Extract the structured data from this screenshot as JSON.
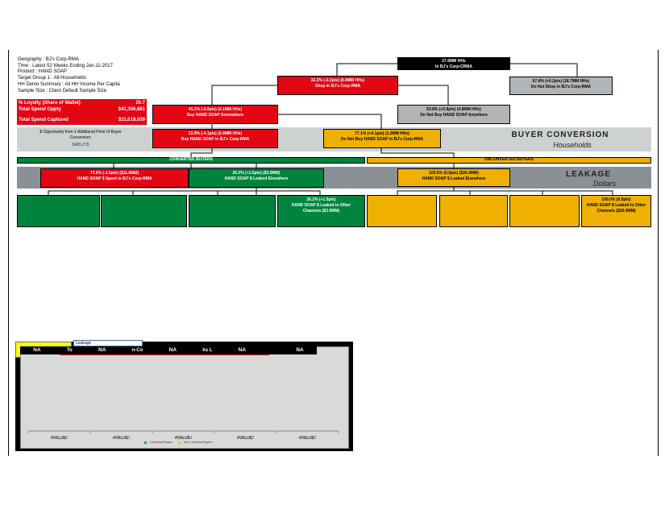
{
  "filters": {
    "geography": "Geography : BJ's Corp-RMA",
    "time": "Time : Latest 52 Weeks Ending Jun-11-2017",
    "product": "Product : HAND SOAP",
    "target_group": "Target Group 1 : All Households",
    "demo": "HH Demo Summary : All HH Income Per Capita",
    "sample": "Sample Size : Client Default Sample Size"
  },
  "kpis": {
    "loyalty_label": "% Loyalty (Share of Wallet)",
    "loyalty_value": "26.7",
    "oppty_label": "Total Spend Oppty",
    "oppty_value": "$41,306,681",
    "captured_label": "Total Spend Captured",
    "captured_value": "$11,018,039"
  },
  "opportunity": {
    "label": "$ Opportunity from 1 Additional Point of Buyer Conversion:",
    "value": "$480,278"
  },
  "tree": {
    "root": {
      "l1": "27.6MM HHs",
      "l2": "In BJ's Corp-CRMA"
    },
    "shop": {
      "l1": "32.2% (-0.2pts) (8.9MM HHs)",
      "l2": "Shop in BJ's Corp-RMA"
    },
    "noshop": {
      "l1": "67.8% (+0.2pts) (18.7MM HHs)",
      "l2": "Do Not Shop in BJ's Corp-RMA"
    },
    "buy_any": {
      "l1": "46.2% (-0.9pts) (4.1MM HHs)",
      "l2": "Buy HAND SOAP Somewhere"
    },
    "nobuy_any": {
      "l1": "53.8% (+0.9pts) (4.8MM HHs)",
      "l2": "Do Not Buy HAND SOAP Anywhere"
    },
    "buy_bj": {
      "l1": "22.9% (-4.1pts) (0.9MM HHs)",
      "l2": "Buy HAND SOAP in BJ's Corp-RMA"
    },
    "nobuy_bj": {
      "l1": "77.1% (+4.1pts) (3.2MM HHs)",
      "l2": "Do Not Buy HAND SOAP in BJ's Corp-RMA"
    }
  },
  "sections": {
    "buyer_conversion": "BUYER CONVERSION",
    "households": "Households",
    "converted": "CONVERTED BUYERS",
    "unconverted": "UNCONVERTED BUYERS",
    "leakage": "LEAKAGE",
    "dollars": "Dollars"
  },
  "leak": {
    "spent_bj": {
      "l1": "73.8% (-1.5pts) ($11.0MM)",
      "l2": "HAND SOAP $ Spent in BJ's Corp-RMA"
    },
    "leaked_conv": {
      "l1": "26.2% (+1.5pts) ($3.9MM)",
      "l2": "HAND SOAP $ Leaked Elsewhere"
    },
    "leaked_unconv": {
      "l1": "100.0% (0.0pts) ($26.4MM)",
      "l2": "HAND SOAP $ Leaked Elsewhere"
    },
    "other_conv": {
      "l1": "26.2% (+1.5pts)",
      "l2": "HAND SOAP $ Leaked to Other",
      "l3": "Channels ($3.9MM)"
    },
    "other_unconv": {
      "l1": "100.0% (0.0pts)",
      "l2": "HAND SOAP $ Leaked to Other",
      "l3": "Channels ($26.4MM)"
    }
  },
  "chart": {
    "tab_label": "Leakage",
    "na": [
      "NA",
      "NA",
      "NA",
      "NA",
      "NA"
    ],
    "partial_tabs": [
      "To",
      "n-Co",
      "ks L"
    ],
    "x_labels": [
      "#VALUE!",
      "#VALUE!",
      "#VALUE!",
      "#VALUE!",
      "#VALUE!"
    ],
    "legend": [
      "Converted Buyers",
      "Non Converted Buyers"
    ],
    "colors": {
      "converted": "#00b050",
      "nonconverted": "#ffc000"
    }
  }
}
